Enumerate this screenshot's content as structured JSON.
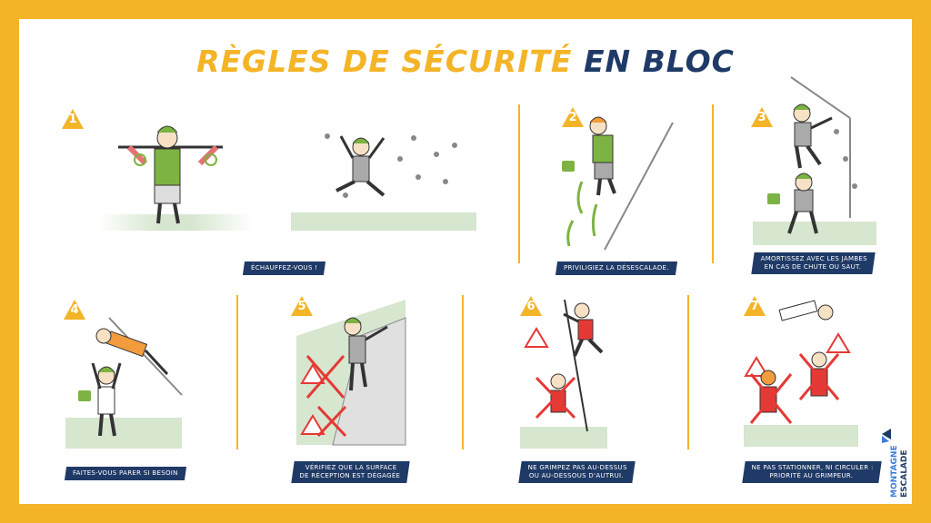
{
  "title": {
    "part1": "RÈGLES DE SÉCURITÉ",
    "part2": "EN BLOC"
  },
  "steps": [
    {
      "number": "1",
      "caption": "ÉCHAUFFEZ-VOUS !"
    },
    {
      "number": "2",
      "caption": "PRIVILIGIEZ LA DÉSESCALADE."
    },
    {
      "number": "3",
      "caption_lines": [
        "AMORTISSEZ AVEC LES JAMBES",
        "EN CAS DE CHUTE OU SAUT."
      ]
    },
    {
      "number": "4",
      "caption": "FAITES-VOUS PARER SI BESOIN"
    },
    {
      "number": "5",
      "caption_lines": [
        "VÉRIFIEZ QUE LA SURFACE",
        "DE RÉCEPTION EST DÉGAGÉE"
      ]
    },
    {
      "number": "6",
      "caption_lines": [
        "NE GRIMPEZ PAS AU-DESSUS",
        "OU AU-DESSOUS D'AUTRUI."
      ]
    },
    {
      "number": "7",
      "caption_lines": [
        "NE PAS STATIONNER, NI CIRCULER :",
        "PRIORITÉ AU GRIMPEUR."
      ]
    }
  ],
  "logo": {
    "line1": "MONTAGNE",
    "line2": "ESCALADE"
  },
  "colors": {
    "frame": "#f4b427",
    "navy": "#1f3a66",
    "floor": "#d6e6cf",
    "green": "#7cb342",
    "red": "#e53935"
  }
}
